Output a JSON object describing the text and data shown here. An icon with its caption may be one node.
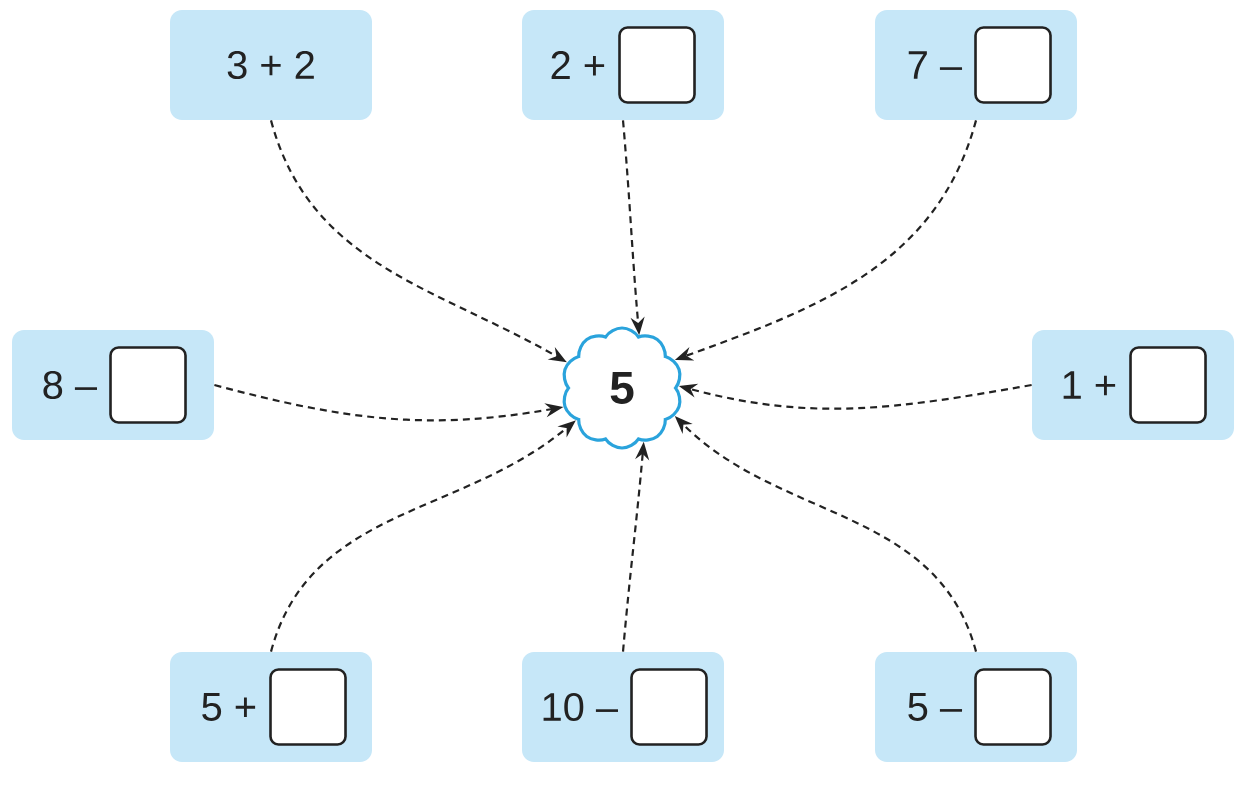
{
  "diagram": {
    "nodes": [
      {
        "text": [
          "3 + 2"
        ]
      },
      {
        "text": [
          "2 +"
        ]
      },
      {
        "text": [],
        "shape": "box",
        "in": 1
      },
      {
        "text": [
          "7 –"
        ]
      },
      {
        "text": [],
        "shape": "box",
        "in": 3
      },
      {
        "text": [
          "8 –"
        ]
      },
      {
        "text": [],
        "shape": "box",
        "in": 5
      },
      {
        "text": [
          "5"
        ]
      },
      {
        "text": [
          "1 +"
        ]
      },
      {
        "text": [],
        "shape": "box",
        "in": 8
      },
      {
        "text": [
          "5 +"
        ]
      },
      {
        "text": [],
        "shape": "box",
        "in": 10
      },
      {
        "text": [
          "10 –"
        ]
      },
      {
        "text": [],
        "shape": "box",
        "in": 12
      },
      {
        "text": [
          "5 –"
        ]
      },
      {
        "text": [],
        "shape": "box",
        "in": 14
      }
    ],
    "edges": [
      {
        "from": 0,
        "to": 7,
        "arrow": "to",
        "style": "dashed"
      },
      {
        "from": 1,
        "to": 7,
        "arrow": "to",
        "style": "dashed"
      },
      {
        "from": 3,
        "to": 7,
        "arrow": "to",
        "style": "dashed"
      },
      {
        "from": 5,
        "to": 7,
        "arrow": "to",
        "style": "dashed"
      },
      {
        "from": 8,
        "to": 7,
        "arrow": "to",
        "style": "dashed"
      },
      {
        "from": 10,
        "to": 7,
        "arrow": "to",
        "style": "dashed"
      },
      {
        "from": 12,
        "to": 7,
        "arrow": "to",
        "style": "dashed"
      },
      {
        "from": 14,
        "to": 7,
        "arrow": "to",
        "style": "dashed"
      }
    ]
  }
}
